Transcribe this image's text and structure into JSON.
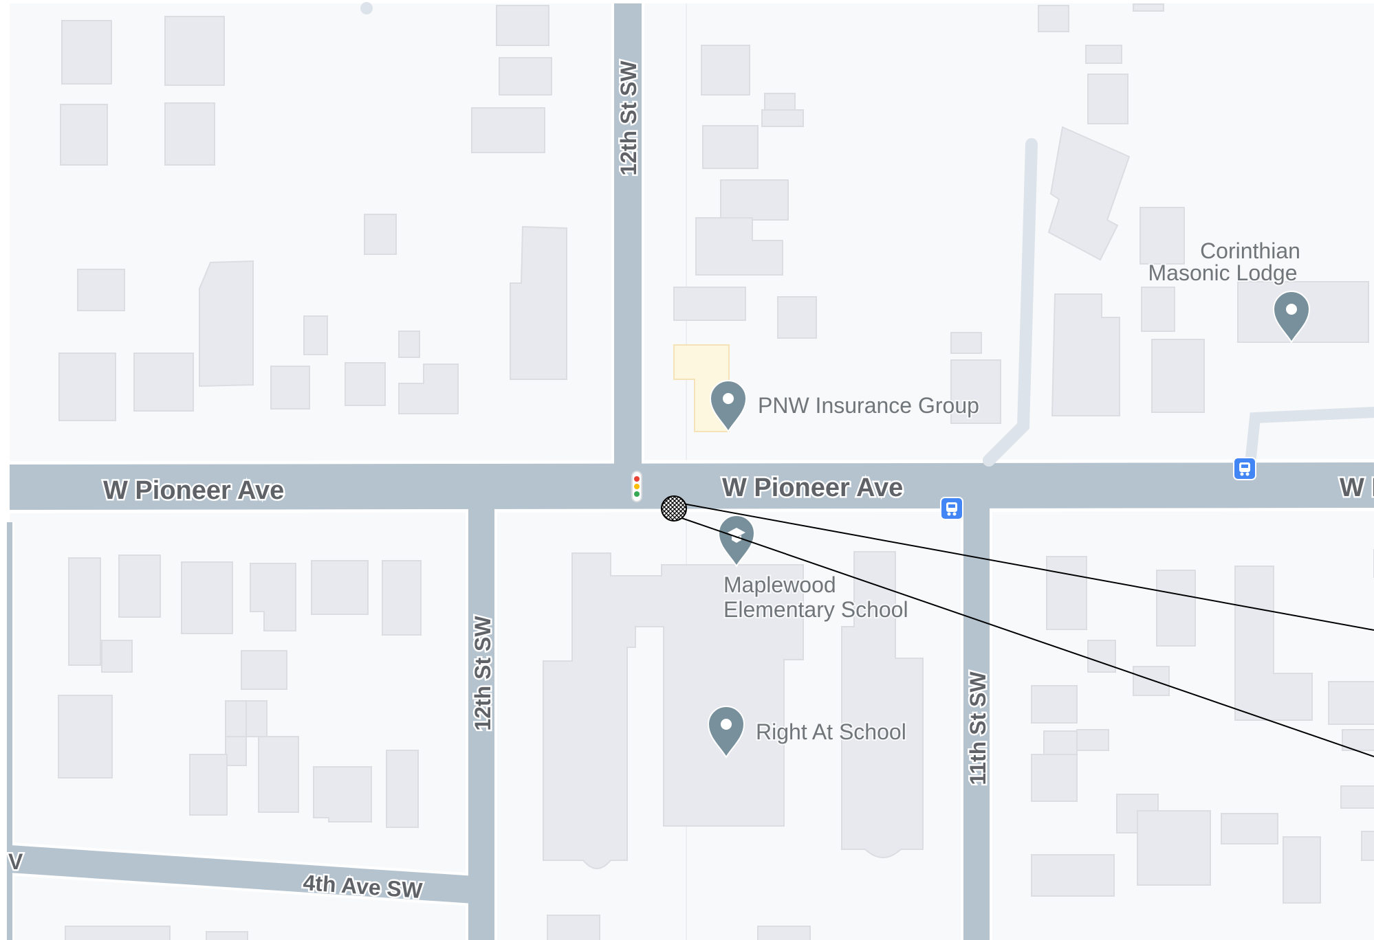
{
  "map": {
    "streets": {
      "pioneer_west": "W Pioneer Ave",
      "pioneer_center": "W Pioneer Ave",
      "pioneer_east": "W P",
      "twelfth_north": "12th St SW",
      "twelfth_south": "12th St SW",
      "eleventh": "11th St SW",
      "fourth_ave": "4th Ave SW",
      "edge_left_fragment": "V"
    },
    "places": {
      "pnw": "PNW Insurance Group",
      "corinthian_line1": "Corinthian",
      "corinthian_line2": "Masonic Lodge",
      "maplewood_line1": "Maplewood",
      "maplewood_line2": "Elementary School",
      "right_at_school": "Right At School"
    },
    "icons": [
      "place-pin-icon",
      "school-pin-icon",
      "bus-stop-icon",
      "traffic-light-icon",
      "hatched-marker-icon"
    ],
    "colors": {
      "background": "#f8f9fa",
      "road": "#b5c3cf",
      "road_edge": "#ffffff",
      "building": "#e8e9ee",
      "building_stroke": "#dcdde3",
      "pin": "#78909c",
      "bus": "#4285f4",
      "pnw_footprint": "#fef7e0"
    }
  }
}
